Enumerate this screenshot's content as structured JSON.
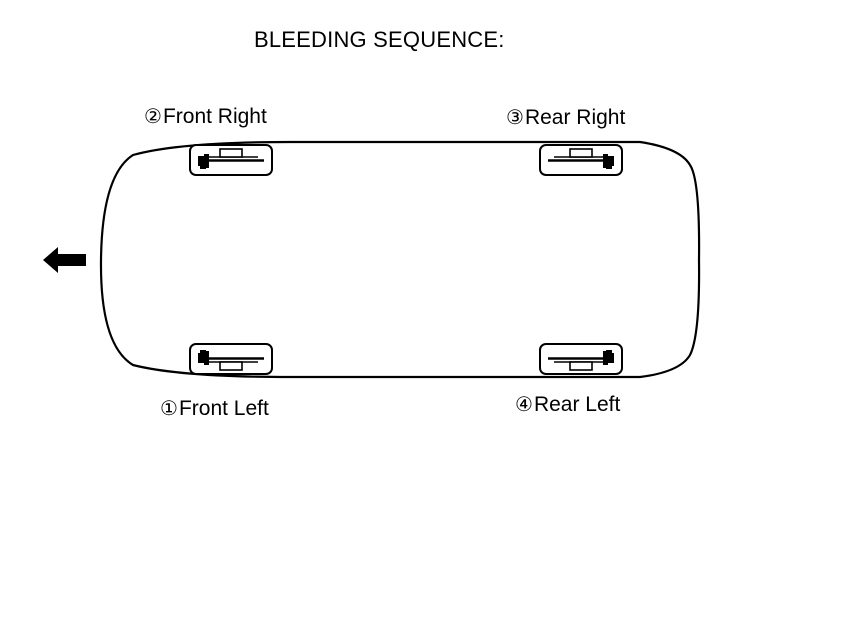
{
  "title": "BLEEDING SEQUENCE:",
  "wheels": {
    "front_right": {
      "number": "②",
      "label": "Front Right"
    },
    "rear_right": {
      "number": "③",
      "label": "Rear Right"
    },
    "front_left": {
      "number": "①",
      "label": "Front Left"
    },
    "rear_left": {
      "number": "④",
      "label": "Rear Left"
    }
  },
  "icons": {
    "direction": "arrow-left-icon",
    "brake_caliper": "brake-caliper-icon"
  }
}
